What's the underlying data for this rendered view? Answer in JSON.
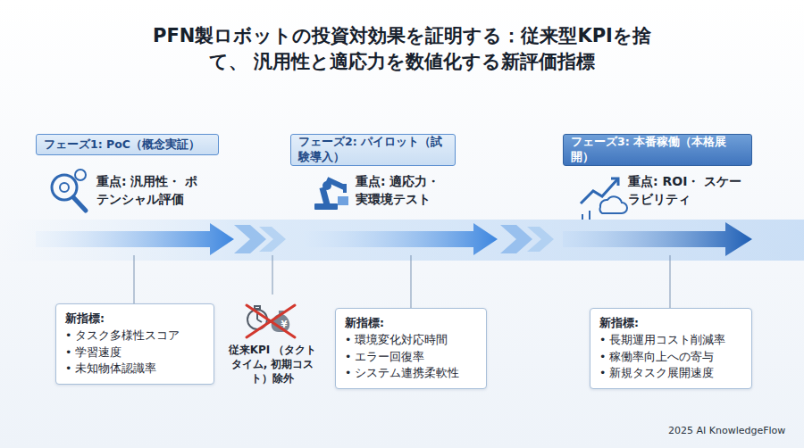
{
  "diagram": {
    "title": "PFN製ロボットの投資対効果を証明する：従来型KPIを捨て、 汎用性と適応力を数値化する新評価指標",
    "nodes": [
      {
        "text": [
          "フェーズ1: PoC（概念実証）"
        ]
      },
      {
        "text": [
          "フェーズ2: パイロット（試験導入）"
        ]
      },
      {
        "text": [
          "フェーズ3: 本番稼働（本格展開）"
        ]
      },
      {
        "text": [
          "新指標:",
          "• タスク多様性スコア",
          "• 学習速度",
          "• 未知物体認識率"
        ]
      },
      {
        "text": [
          "新指標:",
          "• 環境変化対応時間",
          "• エラー回復率",
          "• システム連携柔軟性"
        ]
      },
      {
        "text": [
          "新指標:",
          "• 長期運用コスト削減率",
          "• 稼働率向上への寄与",
          "• 新規タスク展開速度"
        ]
      }
    ],
    "labels": [
      "重点: 汎用性・ ポテンシャル評価",
      "重点: 適応力・ 実環境テスト",
      "重点: ROI・ スケーラビリティ",
      "¥",
      "従来KPI （タクトタイム, 初期コスト）除外",
      "2025 AI KnowledgeFlow"
    ]
  }
}
